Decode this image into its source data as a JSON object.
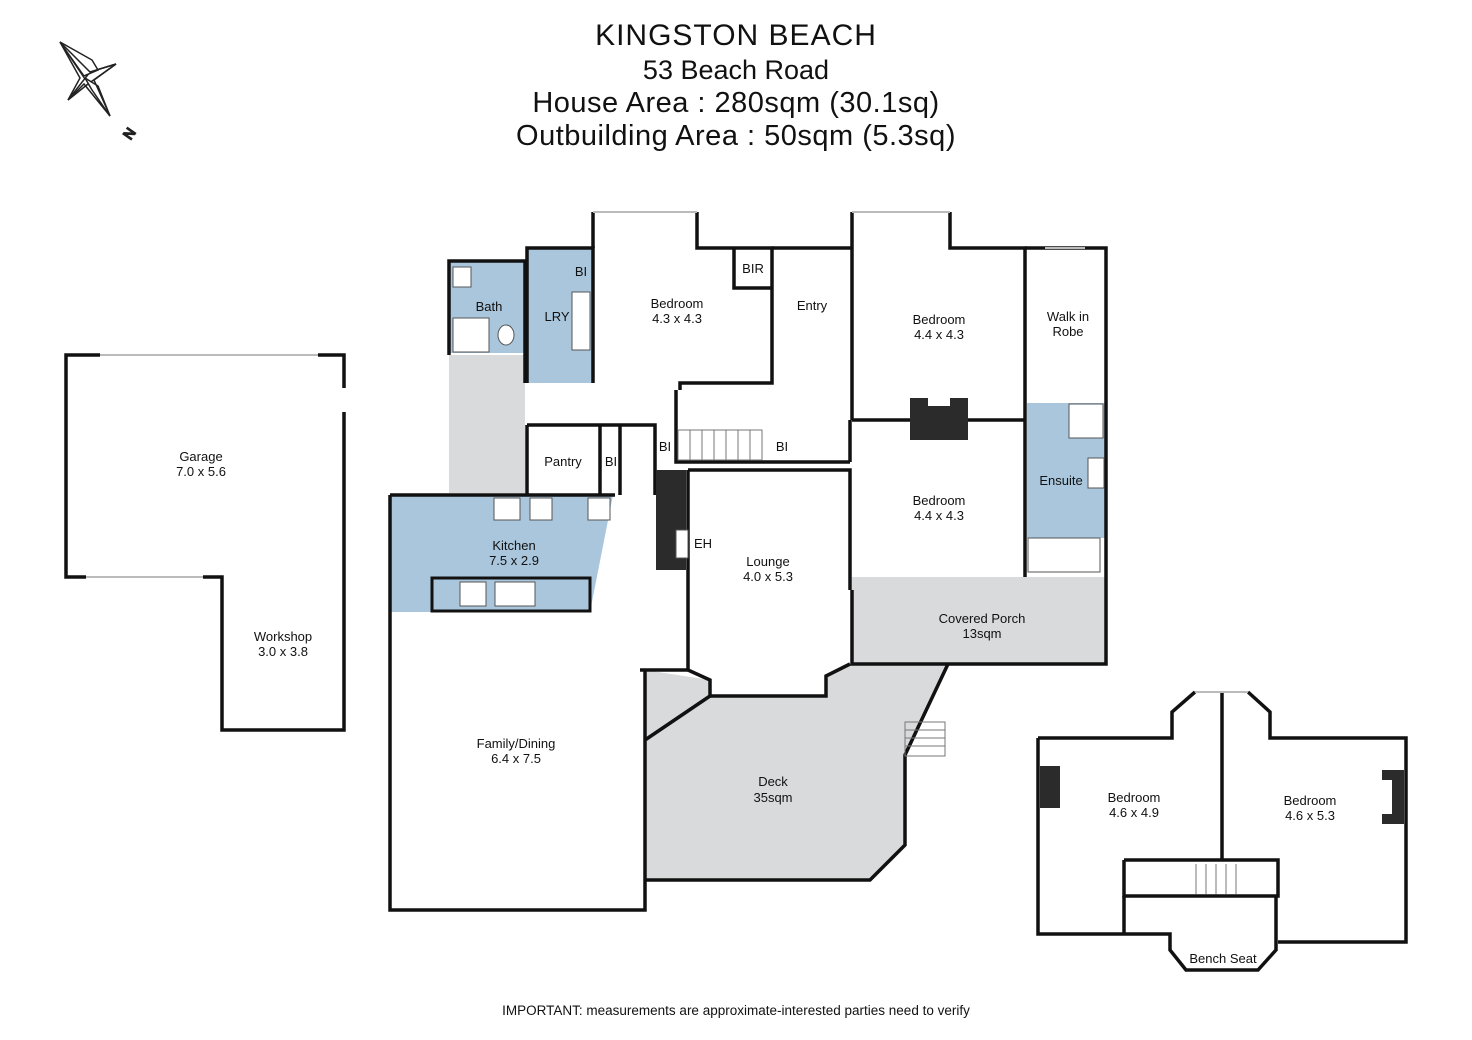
{
  "header": {
    "title": "KINGSTON BEACH",
    "address": "53 Beach Road",
    "house_area": "House Area : 280sqm (30.1sq)",
    "outbuilding_area": "Outbuilding Area : 50sqm (5.3sq)"
  },
  "compass": {
    "label": "N",
    "icon": "north-arrow-icon"
  },
  "rooms": {
    "garage": {
      "name": "Garage",
      "size": "7.0 x 5.6"
    },
    "workshop": {
      "name": "Workshop",
      "size": "3.0 x 3.8"
    },
    "bath": {
      "name": "Bath"
    },
    "lry": {
      "name": "LRY"
    },
    "lry_bi": {
      "name": "BI"
    },
    "bedroom1": {
      "name": "Bedroom",
      "size": "4.3 x 4.3"
    },
    "bir": {
      "name": "BIR"
    },
    "entry": {
      "name": "Entry"
    },
    "bedroom2": {
      "name": "Bedroom",
      "size": "4.4 x 4.3"
    },
    "walkin": {
      "name": "Walk in",
      "name2": "Robe"
    },
    "pantry": {
      "name": "Pantry"
    },
    "pantry_bi": {
      "name": "BI"
    },
    "hall_bi1": {
      "name": "BI"
    },
    "hall_bi2": {
      "name": "BI"
    },
    "ensuite": {
      "name": "Ensuite"
    },
    "bedroom3": {
      "name": "Bedroom",
      "size": "4.4 x 4.3"
    },
    "kitchen": {
      "name": "Kitchen",
      "size": "7.5 x 2.9"
    },
    "eh": {
      "name": "EH"
    },
    "lounge": {
      "name": "Lounge",
      "size": "4.0 x 5.3"
    },
    "porch": {
      "name": "Covered Porch",
      "size": "13sqm"
    },
    "family": {
      "name": "Family/Dining",
      "size": "6.4 x 7.5"
    },
    "deck": {
      "name": "Deck",
      "size": "35sqm"
    },
    "up_bed1": {
      "name": "Bedroom",
      "size": "4.6 x 4.9"
    },
    "up_bed2": {
      "name": "Bedroom",
      "size": "4.6 x 5.3"
    },
    "bench": {
      "name": "Bench Seat"
    }
  },
  "colors": {
    "wet_area": "#a9c6dc",
    "outdoor": "#d9dadb",
    "wall": "#111111",
    "chimney": "#2b2b2b"
  },
  "footer": {
    "note": "IMPORTANT: measurements are approximate-interested parties need to verify"
  }
}
